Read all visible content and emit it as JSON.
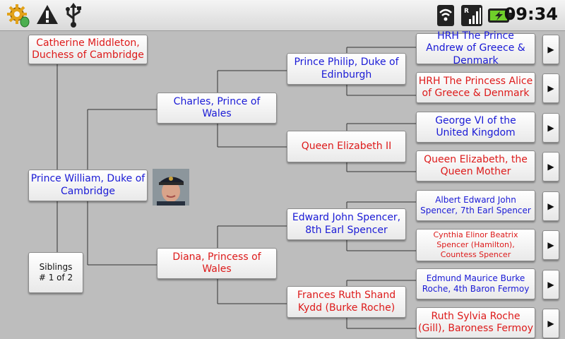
{
  "status_bar": {
    "icons": [
      "settings-bug-icon",
      "warning-icon",
      "usb-icon",
      "wifi-icon",
      "signal-icon",
      "battery-charging-icon"
    ],
    "signal_label": "R",
    "time": "09:34"
  },
  "tree": {
    "spouse": "Catherine Middleton, Duchess of Cambridge",
    "root": "Prince William, Duke of Cambridge",
    "siblings": {
      "label": "Siblings",
      "count": "# 1 of 2"
    },
    "father": "Charles, Prince of Wales",
    "mother": "Diana, Princess of Wales",
    "paternal_grandfather": "Prince Philip, Duke of Edinburgh",
    "paternal_grandmother": "Queen Elizabeth II",
    "maternal_grandfather": "Edward John Spencer, 8th Earl Spencer",
    "maternal_grandmother": "Frances Ruth Shand Kydd (Burke Roche)",
    "great_grandparents": [
      "HRH The Prince Andrew of Greece & Denmark",
      "HRH The Princess Alice of Greece & Denmark",
      "George VI of the United Kingdom",
      "Queen Elizabeth, the Queen Mother",
      "Albert Edward John Spencer, 7th Earl Spencer",
      "Cynthia Elinor Beatrix Spencer (Hamilton), Countess Spencer",
      "Edmund Maurice Burke Roche, 4th Baron Fermoy",
      "Ruth Sylvia Roche (Gill), Baroness Fermoy"
    ],
    "expand_arrow": "▶"
  },
  "colors": {
    "male_text": "#1a1ad6",
    "female_text": "#dd1a1a",
    "background": "#bdbdbd"
  }
}
